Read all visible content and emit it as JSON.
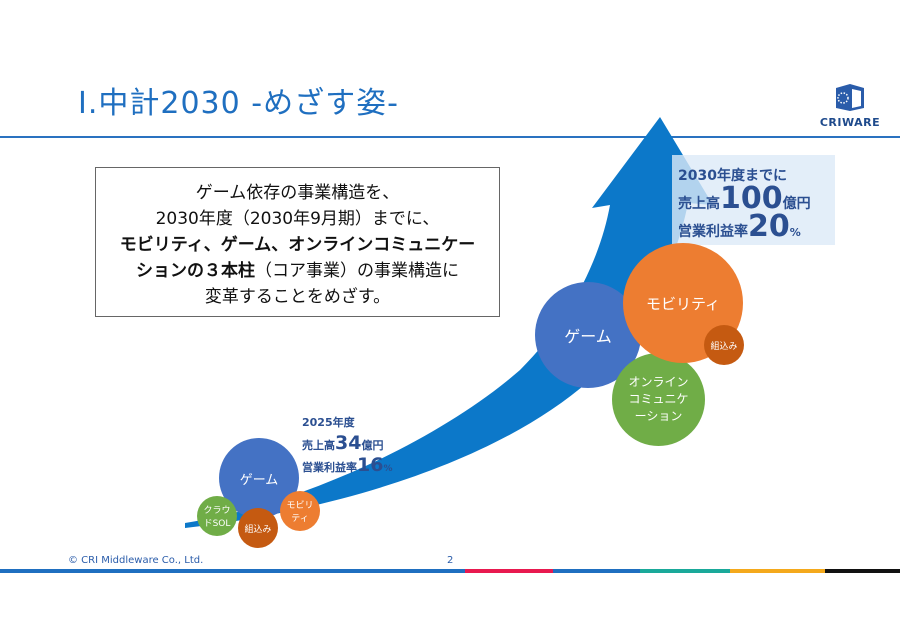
{
  "header": {
    "title": "Ⅰ.中計2030 -めざす姿-",
    "logo_text": "CRIWARE"
  },
  "message": {
    "line1": "ゲーム依存の事業構造を、",
    "line2": "2030年度（2030年9月期）までに、",
    "line3_bold": "モビリティ、ゲーム、オンラインコミュニケー",
    "line4_bold": "ションの３本柱",
    "line4_rest": "（コア事業）の事業構造に",
    "line5": "変革することをめざす。"
  },
  "goal_2030": {
    "label": "2030年度までに",
    "sales_prefix": "売上高",
    "sales_value": "100",
    "sales_unit": "億円",
    "margin_prefix": "営業利益率",
    "margin_value": "20",
    "margin_unit": "%"
  },
  "current_2025": {
    "label": "2025年度",
    "sales_prefix": "売上高",
    "sales_value": "34",
    "sales_unit": "億円",
    "margin_prefix": "営業利益率",
    "margin_value": "16",
    "margin_unit": "%"
  },
  "circles_2025": {
    "game": "ゲーム",
    "cloud": "クラウドSOL",
    "embedded": "組込み",
    "mobility": "モビリティ"
  },
  "circles_2030": {
    "game": "ゲーム",
    "mobility": "モビリティ",
    "embedded": "組込み",
    "online": "オンラインコミュニケーション"
  },
  "footer": {
    "copyright": "© CRI Middleware Co., Ltd.",
    "page": "2"
  },
  "colors": {
    "accent": "#1f6fc0",
    "game": "#4472c4",
    "mobility": "#ed7d31",
    "embedded": "#c55a11",
    "cloud": "#70ad47"
  }
}
